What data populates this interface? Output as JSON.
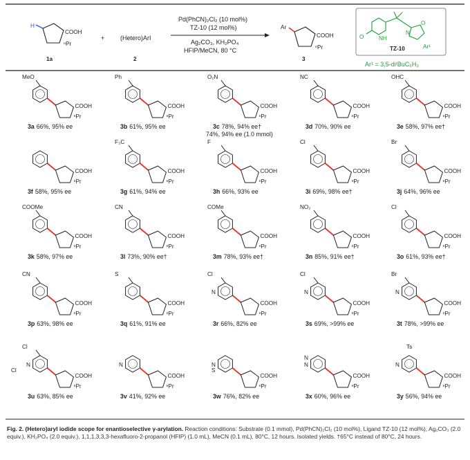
{
  "scheme": {
    "reaction": {
      "substrate_label": "1a",
      "reagent_label": "2",
      "product_label": "3",
      "reagent": "(Hetero)ArI",
      "plus": "+",
      "cond1": "Pd(PhCN)₂Cl₂ (10 mol%)",
      "cond2": "TZ-10 (12 mol%)",
      "cond3": "Ag₂CO₃, KH₂PO₄",
      "cond4": "HFIP/MeCN, 80 °C",
      "substituent_acid": "COOH",
      "substituent_pr": "ⁿPr",
      "h_atom": "H",
      "ar_atom": "Ar"
    },
    "ligand": {
      "name": "TZ-10",
      "ar_def": "Ar¹ = 3,5-diᵗBuC₆H₃",
      "atoms": {
        "o": "O",
        "nh": "NH",
        "n": "N",
        "o2": "O",
        "ar": "Ar¹"
      },
      "color": "#1e9e3a"
    },
    "products": [
      {
        "id": "3a",
        "text": "66%, 95% ee",
        "sub": "MeO"
      },
      {
        "id": "3b",
        "text": "61%, 95% ee",
        "sub": "Ph"
      },
      {
        "id": "3c",
        "text": "78%, 94% ee†",
        "text2": "74%, 94% ee (1.0 mmol)",
        "sub": "O₂N"
      },
      {
        "id": "3d",
        "text": "70%, 90% ee",
        "sub": "NC"
      },
      {
        "id": "3e",
        "text": "58%, 97% ee†",
        "sub": "OHC"
      },
      {
        "id": "3f",
        "text": "58%, 95% ee",
        "sub": ""
      },
      {
        "id": "3g",
        "text": "61%, 94% ee",
        "sub": "F₃C"
      },
      {
        "id": "3h",
        "text": "66%, 93% ee",
        "sub": "F"
      },
      {
        "id": "3i",
        "text": "69%, 98% ee†",
        "sub": "Cl"
      },
      {
        "id": "3j",
        "text": "64%, 96% ee",
        "sub": "Br"
      },
      {
        "id": "3k",
        "text": "58%, 97% ee",
        "sub": "COOMe"
      },
      {
        "id": "3l",
        "text": "73%, 90% ee†",
        "sub": "CN"
      },
      {
        "id": "3m",
        "text": "78%, 93% ee†",
        "sub": "COMe"
      },
      {
        "id": "3n",
        "text": "85%, 91% ee†",
        "sub": "NO₂"
      },
      {
        "id": "3o",
        "text": "61%, 93% ee†",
        "sub": "Cl"
      },
      {
        "id": "3p",
        "text": "63%, 98% ee",
        "sub": "CN"
      },
      {
        "id": "3q",
        "text": "61%, 91% ee",
        "sub": "S"
      },
      {
        "id": "3r",
        "text": "66%, 82% ee",
        "sub": "Cl",
        "n": "N"
      },
      {
        "id": "3s",
        "text": "69%, >99% ee",
        "sub": "Cl",
        "n": "N"
      },
      {
        "id": "3t",
        "text": "78%, >99% ee",
        "sub": "Br",
        "n": "N"
      },
      {
        "id": "3u",
        "text": "63%, 85% ee",
        "sub": "Cl",
        "sub2": "Cl",
        "n": "N"
      },
      {
        "id": "3v",
        "text": "41%, 92% ee",
        "n": "N"
      },
      {
        "id": "3w",
        "text": "76%, 82% ee",
        "s": "S",
        "n": "N"
      },
      {
        "id": "3x",
        "text": "60%, 96% ee",
        "n": "N",
        "n2": "N"
      },
      {
        "id": "3y",
        "text": "56%, 94% ee",
        "ts": "Ts",
        "n": "N"
      }
    ],
    "acid_label": "COOH",
    "pr_label": "ⁿPr"
  },
  "caption": {
    "title": "Fig. 2. (Hetero)aryl iodide scope for enantioselective γ-arylation.",
    "body": "Reaction conditions: Substrate (0.1 mmol), Pd(PhCN)₂Cl₂ (10 mol%), Ligand TZ-10 (12 mol%), Ag₂CO₃ (2.0 equiv.), KH₂PO₄ (2.0 equiv.), 1,1,1,3,3,3-hexafluoro-2-propanol (HFIP) (1.0 mL), MeCN (0.1 mL), 80°C, 12 hours. Isolated yields. †65°C instead of 80°C, 24 hours."
  },
  "colors": {
    "bond_highlight": "#e0352b",
    "h_color": "#2a5bd7",
    "ligand": "#1e9e3a"
  }
}
